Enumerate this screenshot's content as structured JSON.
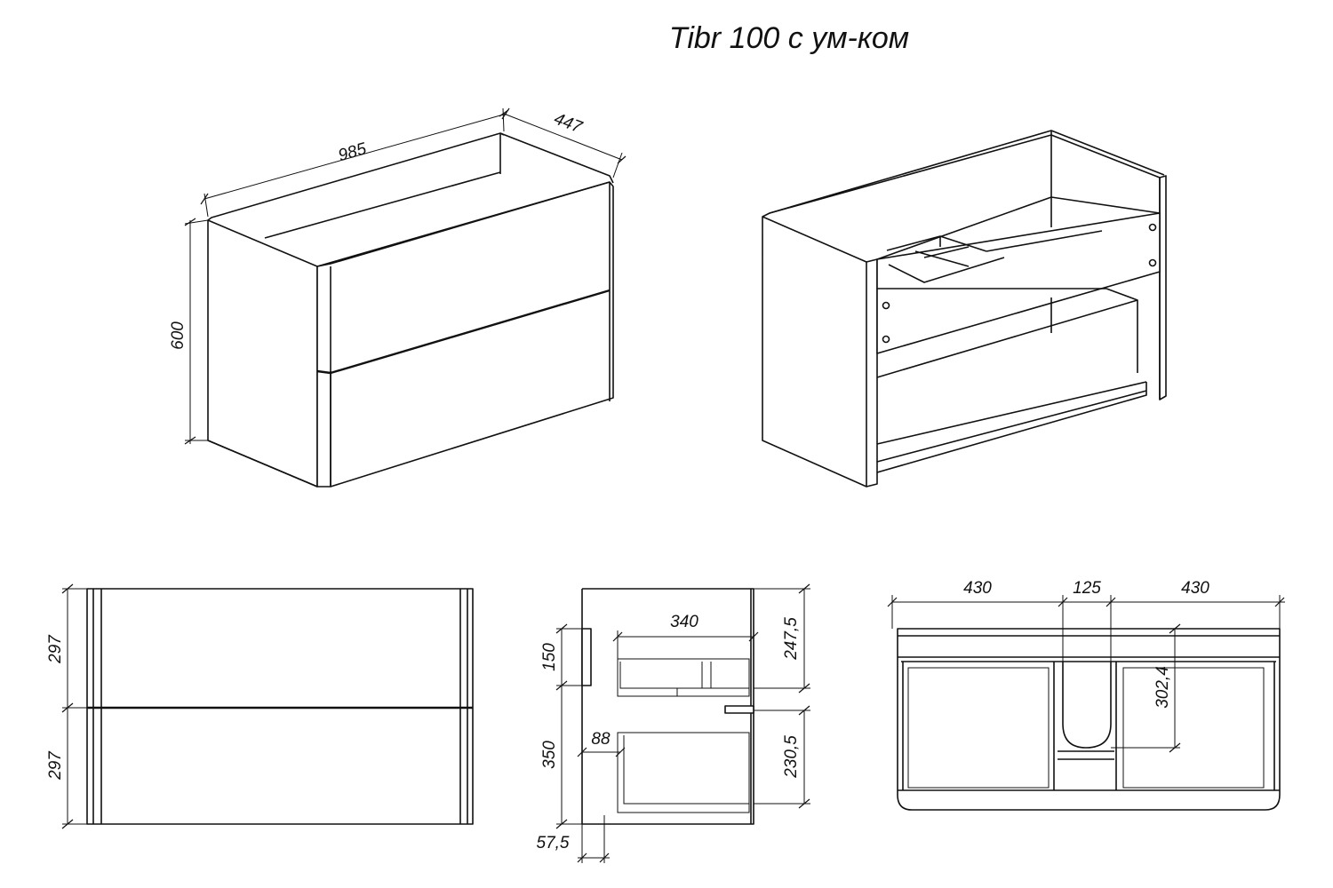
{
  "title": "Tibr 100 с ум-ком",
  "views": {
    "iso_closed": {
      "width": "985",
      "depth": "447",
      "height": "600"
    },
    "front": {
      "drawer_top": "297",
      "drawer_bottom": "297"
    },
    "side": {
      "top_inner_width": "340",
      "top_section": "150",
      "upper_height": "247,5",
      "lower_height": "230,5",
      "lower_section": "350",
      "lower_offset": "88",
      "bottom_offset": "57,5"
    },
    "top": {
      "left_width": "430",
      "middle_width": "125",
      "right_width": "430",
      "depth": "302,4"
    }
  }
}
